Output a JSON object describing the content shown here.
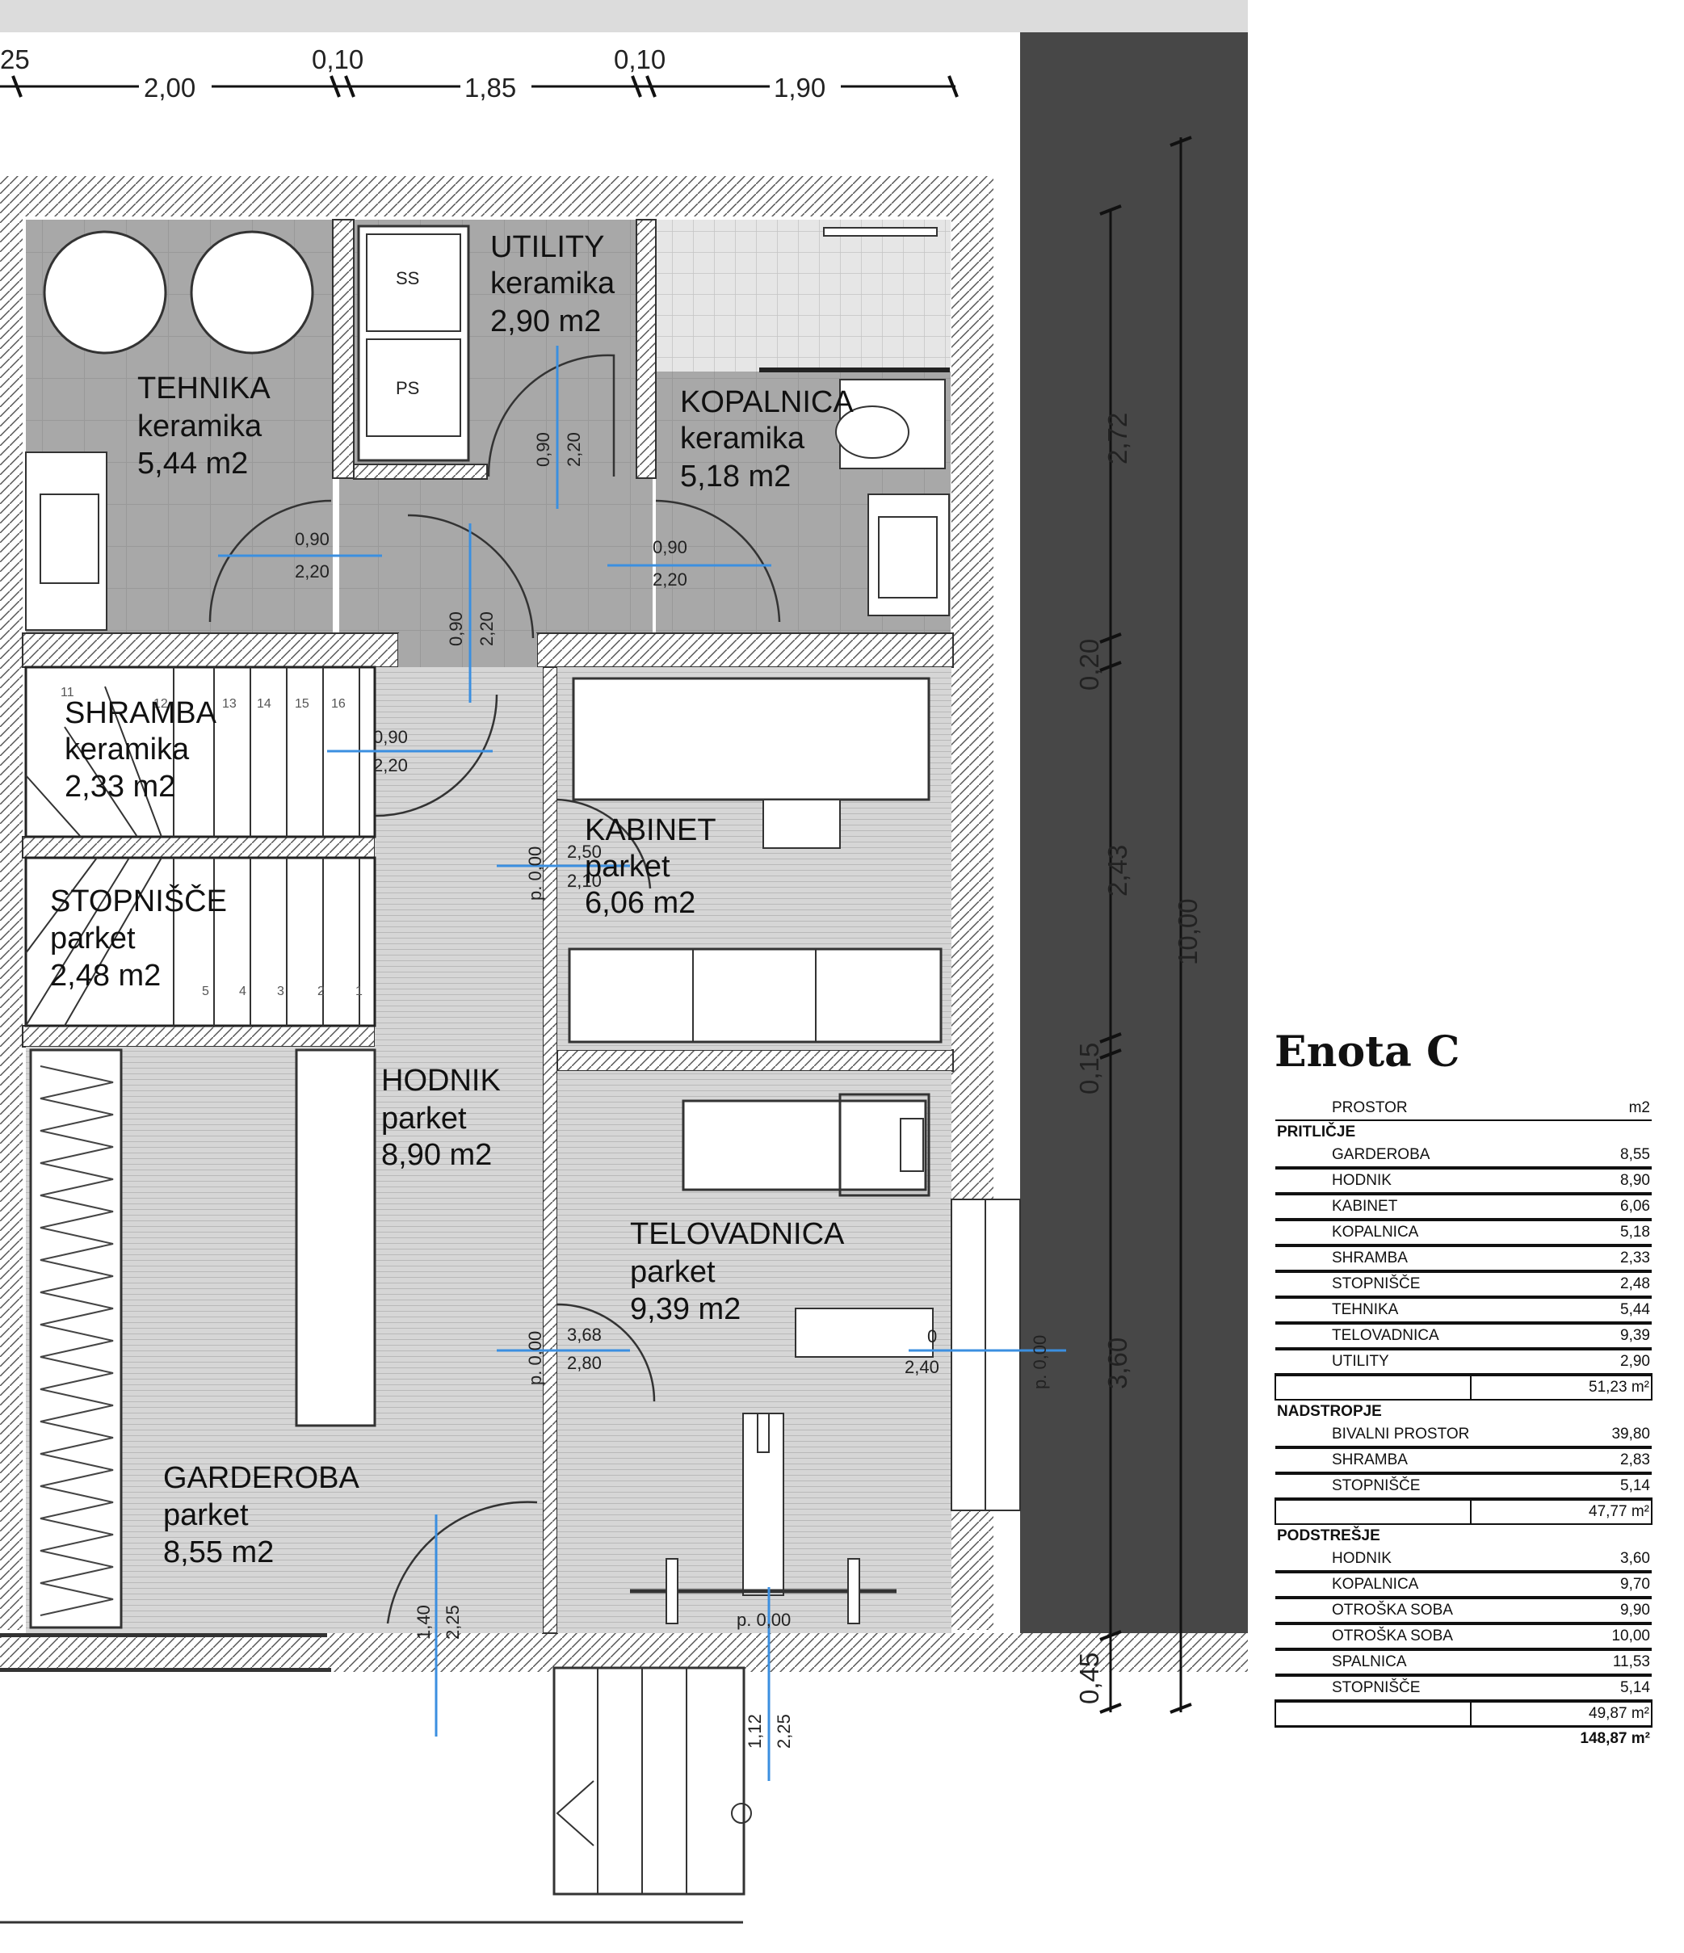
{
  "header": {
    "top_dims": [
      "25",
      "2,00",
      "0,10",
      "1,85",
      "0,10",
      "1,90"
    ],
    "right_dims": [
      "2,72",
      "0,20",
      "2,43",
      "0,15",
      "3,60",
      "0,45",
      "10,00"
    ]
  },
  "rooms": [
    {
      "id": "tehnika",
      "name": "TEHNIKA",
      "floor": "keramika",
      "area": "5,44 m2"
    },
    {
      "id": "utility",
      "name": "UTILITY",
      "floor": "keramika",
      "area": "2,90 m2"
    },
    {
      "id": "kopalnica",
      "name": "KOPALNICA",
      "floor": "keramika",
      "area": "5,18 m2"
    },
    {
      "id": "shramba",
      "name": "SHRAMBA",
      "floor": "keramika",
      "area": "2,33 m2"
    },
    {
      "id": "stopnisce",
      "name": "STOPNIŠČE",
      "floor": "parket",
      "area": "2,48 m2"
    },
    {
      "id": "kabinet",
      "name": "KABINET",
      "floor": "parket",
      "area": "6,06 m2"
    },
    {
      "id": "hodnik",
      "name": "HODNIK",
      "floor": "parket",
      "area": "8,90 m2"
    },
    {
      "id": "telovadnica",
      "name": "TELOVADNICA",
      "floor": "parket",
      "area": "9,39 m2"
    },
    {
      "id": "garderoba",
      "name": "GARDEROBA",
      "floor": "parket",
      "area": "8,55 m2"
    }
  ],
  "fixtures": {
    "ss": "SS",
    "ps": "PS"
  },
  "door_labels": [
    {
      "w": "0,90",
      "h": "2,20"
    },
    {
      "w": "0,90",
      "h": "2,20"
    },
    {
      "w": "0,90",
      "h": "2,20"
    },
    {
      "w": "0,90",
      "h": "2,20"
    },
    {
      "w": "0,90",
      "h": "2,20"
    },
    {
      "w": "2,50",
      "h": "2,10"
    },
    {
      "w": "3,68",
      "h": "2,80"
    },
    {
      "w": "1,40",
      "h": "2,25"
    },
    {
      "w": "1,12",
      "h": "2,25"
    },
    {
      "w": "0",
      "h": "2,40"
    }
  ],
  "levels": {
    "p0": "p. 0,00"
  },
  "stair_numbers_upper": [
    "11",
    "12",
    "13",
    "14",
    "15",
    "16"
  ],
  "stair_numbers_lower": [
    "5",
    "4",
    "3",
    "2",
    "1"
  ],
  "legend": {
    "title": "Enota C",
    "header": {
      "name": "PROSTOR",
      "unit": "m2"
    },
    "sections": [
      {
        "label": "PRITLIČJE",
        "rows": [
          {
            "name": "GARDEROBA",
            "value": "8,55"
          },
          {
            "name": "HODNIK",
            "value": "8,90"
          },
          {
            "name": "KABINET",
            "value": "6,06"
          },
          {
            "name": "KOPALNICA",
            "value": "5,18"
          },
          {
            "name": "SHRAMBA",
            "value": "2,33"
          },
          {
            "name": "STOPNIŠČE",
            "value": "2,48"
          },
          {
            "name": "TEHNIKA",
            "value": "5,44"
          },
          {
            "name": "TELOVADNICA",
            "value": "9,39"
          },
          {
            "name": "UTILITY",
            "value": "2,90"
          }
        ],
        "subtotal": "51,23 m²"
      },
      {
        "label": "NADSTROPJE",
        "rows": [
          {
            "name": "BIVALNI PROSTOR",
            "value": "39,80"
          },
          {
            "name": "SHRAMBA",
            "value": "2,83"
          },
          {
            "name": "STOPNIŠČE",
            "value": "5,14"
          }
        ],
        "subtotal": "47,77 m²"
      },
      {
        "label": "PODSTREŠJE",
        "rows": [
          {
            "name": "HODNIK",
            "value": "3,60"
          },
          {
            "name": "KOPALNICA",
            "value": "9,70"
          },
          {
            "name": "OTROŠKA SOBA",
            "value": "9,90"
          },
          {
            "name": "OTROŠKA SOBA",
            "value": "10,00"
          },
          {
            "name": "SPALNICA",
            "value": "11,53"
          },
          {
            "name": "STOPNIŠČE",
            "value": "5,14"
          }
        ],
        "subtotal": "49,87 m²"
      }
    ],
    "total": "148,87 m²"
  },
  "colors": {
    "tile": "#a9a9a9",
    "parquet": "#d4d4d4",
    "wall": "#ffffff",
    "dark": "#474747",
    "blue": "#3b8fe0"
  }
}
